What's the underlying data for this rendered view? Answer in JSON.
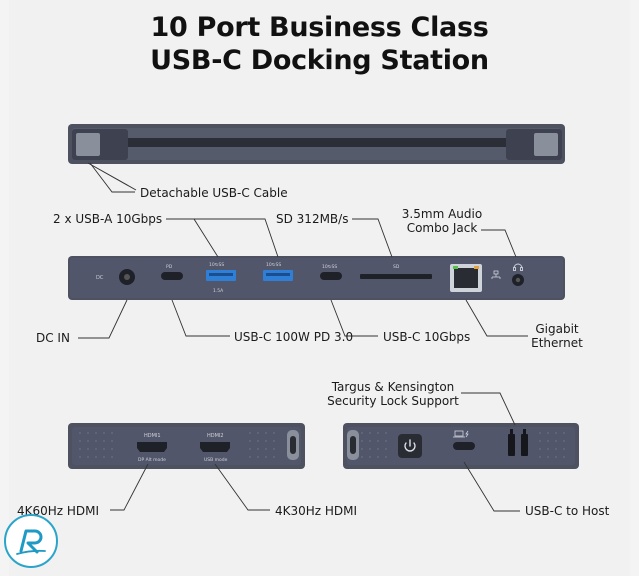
{
  "title": {
    "line1": "10 Port Business Class",
    "line2": "USB-C Docking Station"
  },
  "labels": {
    "cable": "Detachable USB-C Cable",
    "usb_a": "2 x USB-A 10Gbps",
    "sd": "SD 312MB/s",
    "audio_l1": "3.5mm Audio",
    "audio_l2": "Combo Jack",
    "dc_in": "DC IN",
    "usbc_pd": "USB-C 100W PD 3.0",
    "usbc_10": "USB-C 10Gbps",
    "gigabit_l1": "Gigabit",
    "gigabit_l2": "Ethernet",
    "lock_l1": "Targus & Kensington",
    "lock_l2": "Security Lock Support",
    "hdmi1_label": "4K60Hz HDMI",
    "hdmi2_label": "4K30Hz HDMI",
    "host": "USB-C to Host"
  },
  "device_print": {
    "dc": "DC",
    "pd": "PD",
    "usb_a_small": "10↻SS",
    "usb_a_current": "1.5A",
    "sd": "SD",
    "usbc_small": "10↻SS",
    "hdmi1": "HDMI1",
    "hdmi1_sub": "DP Alt mode",
    "hdmi2": "HDMI2",
    "hdmi2_sub": "USB mode"
  },
  "colors": {
    "device_body": "#4d5160",
    "port_blue": "#2f7fd6",
    "ethernet_led_green": "#55c24a",
    "ethernet_led_orange": "#e8a23b",
    "logo_ring": "#2aa5c9"
  },
  "icons": [
    "power-icon",
    "laptop-charge-icon",
    "network-icon",
    "headphone-icon",
    "logo-r-icon"
  ]
}
